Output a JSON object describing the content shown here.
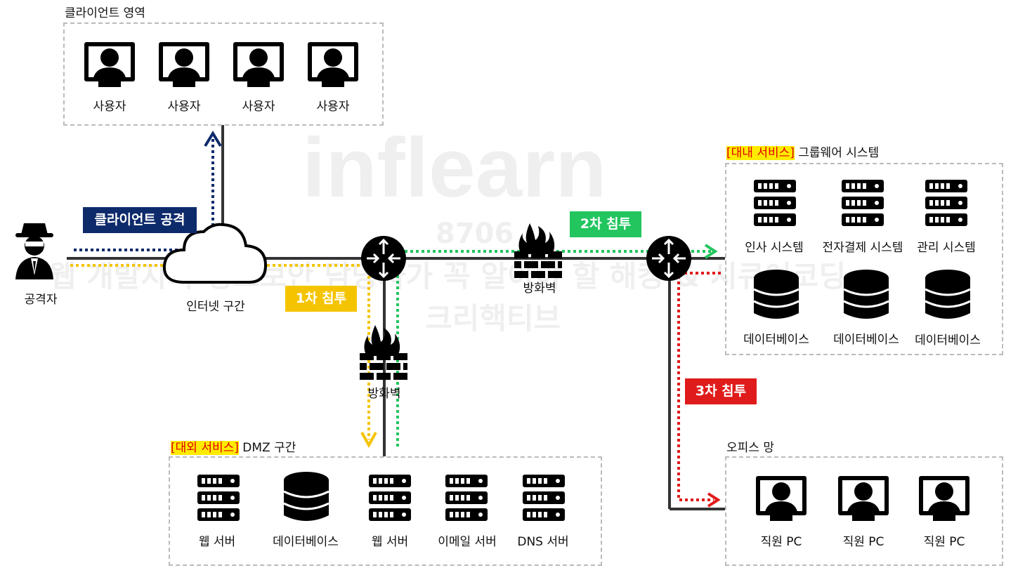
{
  "client_area": {
    "title": "클라이언트 영역",
    "users": [
      "사용자",
      "사용자",
      "사용자",
      "사용자"
    ]
  },
  "attacker": {
    "label": "공격자"
  },
  "internet": {
    "label": "인터넷 구간"
  },
  "badges": {
    "client_attack": "클라이언트 공격",
    "first": "1차 침투",
    "second": "2차 침투",
    "third": "3차 침투"
  },
  "firewalls": {
    "top": "방화벽",
    "dmz": "방화벽"
  },
  "intranet": {
    "tag": "[대내 서비스]",
    "title": "그룹웨어 시스템",
    "systems": [
      "인사 시스템",
      "전자결제 시스템",
      "관리 시스템"
    ],
    "databases": [
      "데이터베이스",
      "데이터베이스",
      "데이터베이스"
    ]
  },
  "dmz": {
    "tag": "[대외 서비스]",
    "title": "DMZ 구간",
    "servers": [
      "웹 서버",
      "데이터베이스",
      "웹 서버",
      "이메일 서버",
      "DNS 서버"
    ]
  },
  "office": {
    "title": "오피스 망",
    "pcs": [
      "직원 PC",
      "직원 PC",
      "직원 PC"
    ]
  },
  "watermark": {
    "logo": "inflearn",
    "number": "8706",
    "line1": "웹 개발자와 정보보안 담당자가 꼭 알아야 할 해킹 & 시큐어코딩",
    "line2": "크리핵티브"
  },
  "colors": {
    "blue": "#0d2a6b",
    "yellow": "#f5c400",
    "green": "#22c55e",
    "red": "#e01b1b",
    "line": "#333333"
  }
}
